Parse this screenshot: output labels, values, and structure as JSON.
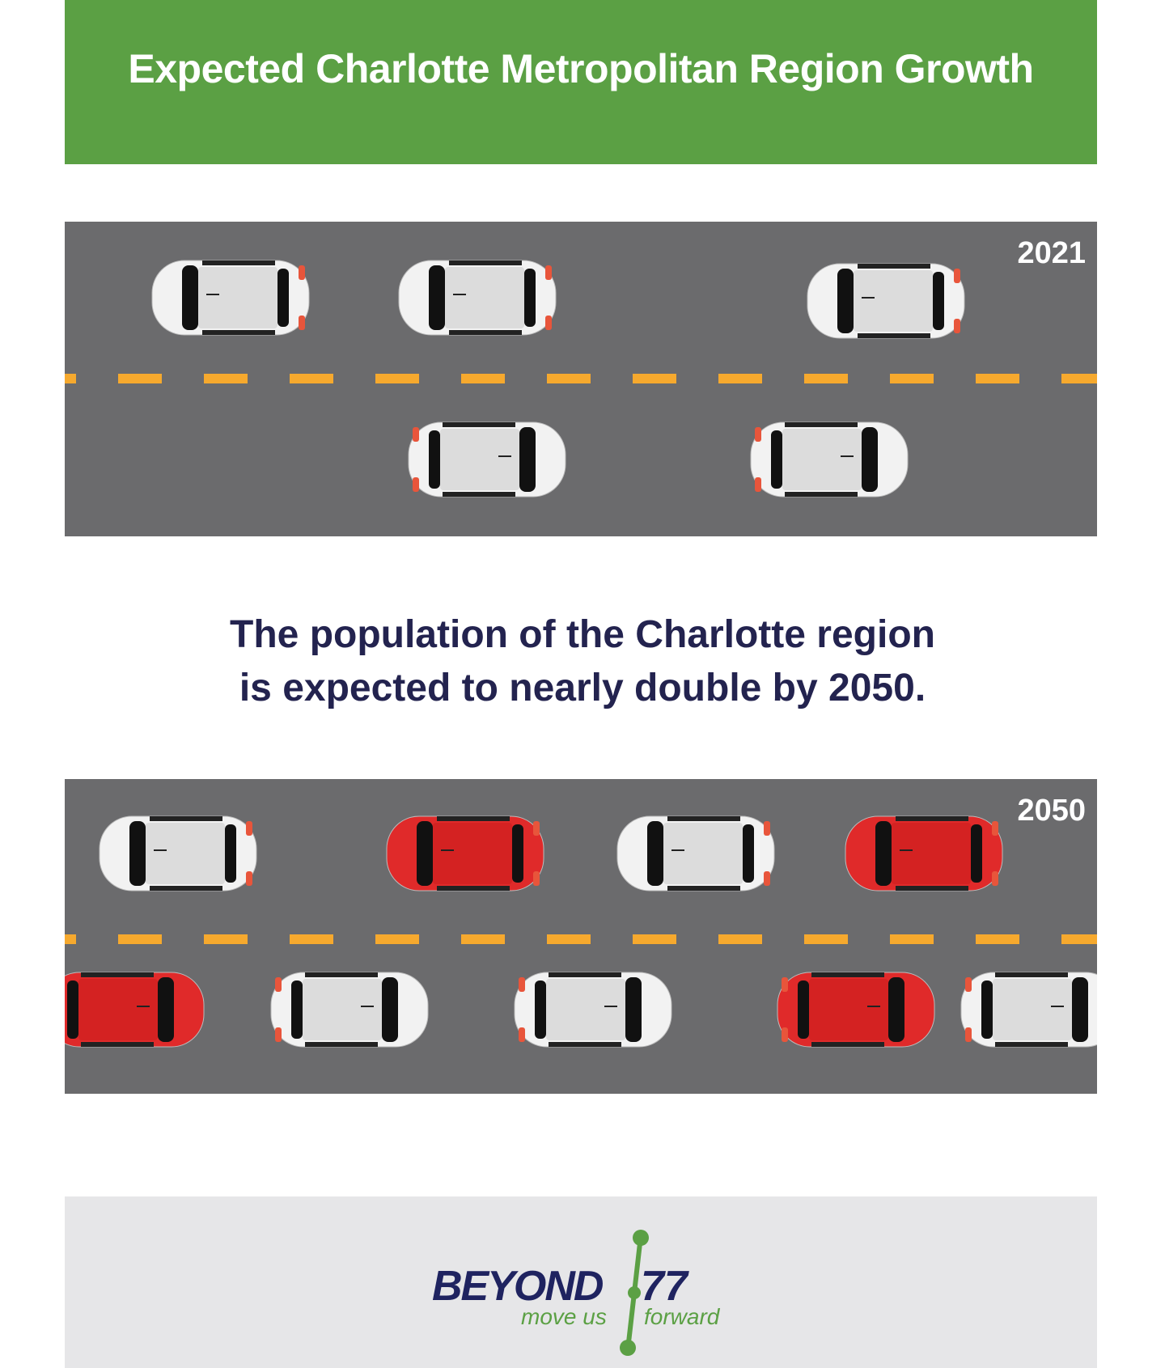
{
  "header": {
    "title": "Expected Charlotte Metropolitan Region Growth"
  },
  "road_2021": {
    "year": "2021",
    "cars": [
      {
        "color": "white",
        "direction": "left"
      },
      {
        "color": "white",
        "direction": "left"
      },
      {
        "color": "white",
        "direction": "left"
      },
      {
        "color": "white",
        "direction": "right"
      },
      {
        "color": "white",
        "direction": "right"
      }
    ]
  },
  "message": {
    "line1": "The population of the Charlotte region",
    "line2": "is expected to nearly double by 2050."
  },
  "road_2050": {
    "year": "2050",
    "cars": [
      {
        "color": "white",
        "direction": "left"
      },
      {
        "color": "red",
        "direction": "left"
      },
      {
        "color": "white",
        "direction": "left"
      },
      {
        "color": "red",
        "direction": "left"
      },
      {
        "color": "red",
        "direction": "right"
      },
      {
        "color": "white",
        "direction": "right"
      },
      {
        "color": "white",
        "direction": "right"
      },
      {
        "color": "red",
        "direction": "right"
      },
      {
        "color": "white",
        "direction": "right"
      }
    ]
  },
  "footer": {
    "logo_main": "BEYOND",
    "logo_number": "77",
    "tagline_left": "move us",
    "tagline_right": "forward"
  },
  "colors": {
    "green": "#5ba044",
    "navy": "#1f2360",
    "road": "#6b6b6d",
    "dash": "#f6a92e",
    "red_car": "#e02a2a",
    "white_car": "#f2f2f2"
  }
}
